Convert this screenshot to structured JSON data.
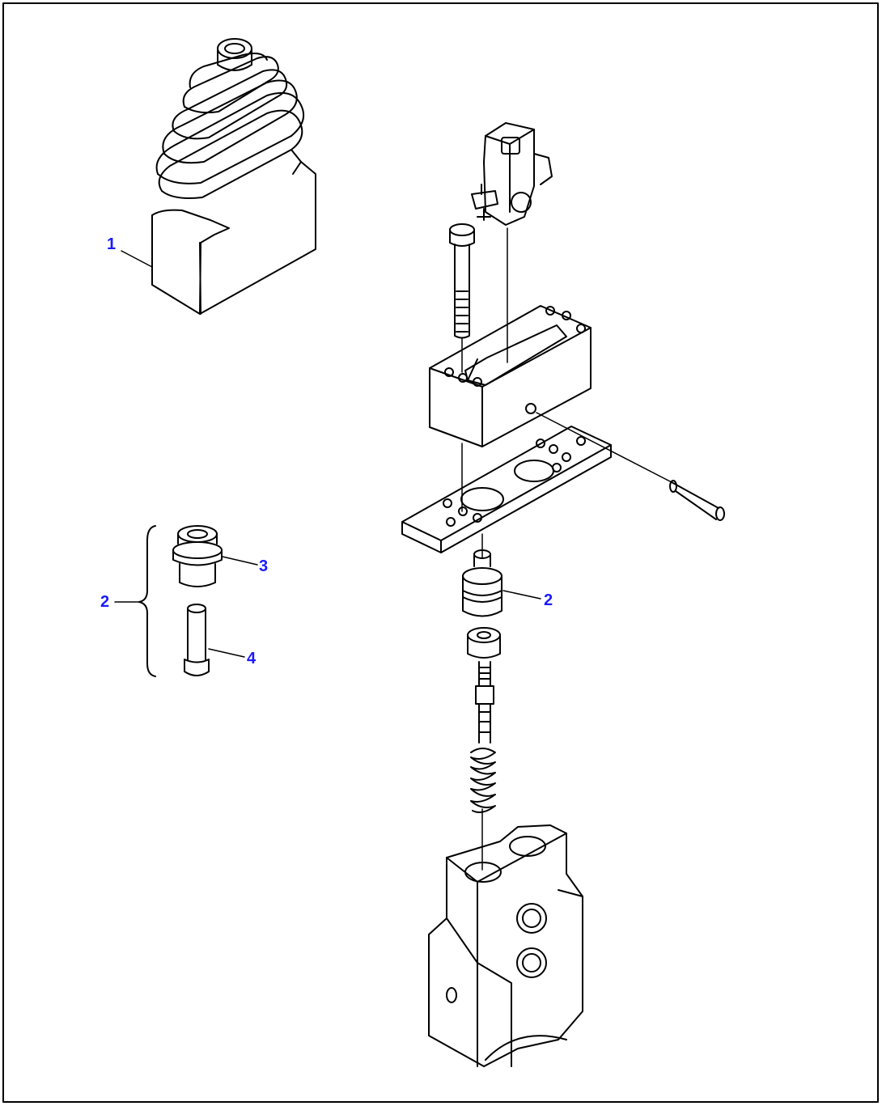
{
  "diagram": {
    "callouts": [
      {
        "id": "c1",
        "label": "1"
      },
      {
        "id": "c2-group",
        "label": "2"
      },
      {
        "id": "c3",
        "label": "3"
      },
      {
        "id": "c4",
        "label": "4"
      },
      {
        "id": "c2-assembly",
        "label": "2"
      }
    ],
    "colors": {
      "line": "#000000",
      "callout": "#1a1aff",
      "background": "#ffffff"
    }
  }
}
